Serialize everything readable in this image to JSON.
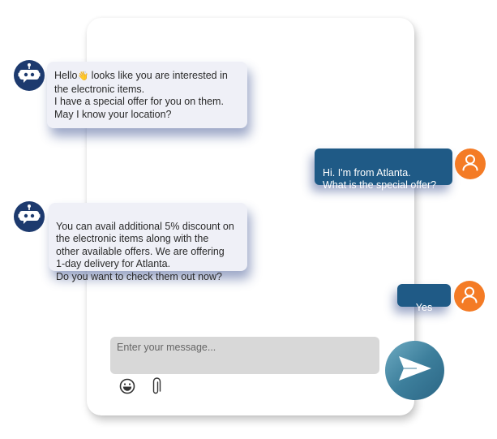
{
  "colors": {
    "bot_avatar": "#1d3a6e",
    "bot_bubble": "#eff0f7",
    "user_avatar": "#f47b25",
    "user_bubble": "#1f5a86",
    "input_bg": "#d8d8d8",
    "send_button": "#3d7f9c"
  },
  "messages": [
    {
      "sender": "bot",
      "avatar_icon": "robot-icon",
      "text_before_emoji": "Hello",
      "emoji": "👋",
      "text_after_emoji": " looks like you are interested in\nthe electronic items.\nI have a special offer for you on them.\nMay I know your location?"
    },
    {
      "sender": "user",
      "avatar_icon": "user-icon",
      "text": "Hi. I'm from Atlanta.\nWhat is the special offer?"
    },
    {
      "sender": "bot",
      "avatar_icon": "robot-icon",
      "text": "You can avail additional 5% discount on\n the electronic items along with the\nother available offers. We are offering\n1-day delivery for Atlanta.\nDo you want to check them out now?"
    },
    {
      "sender": "user",
      "avatar_icon": "user-icon",
      "text": "Yes"
    }
  ],
  "composer": {
    "placeholder": "Enter your message...",
    "value": "",
    "emoji_icon": "smiley-icon",
    "attach_icon": "paperclip-icon",
    "send_icon": "send-icon"
  }
}
